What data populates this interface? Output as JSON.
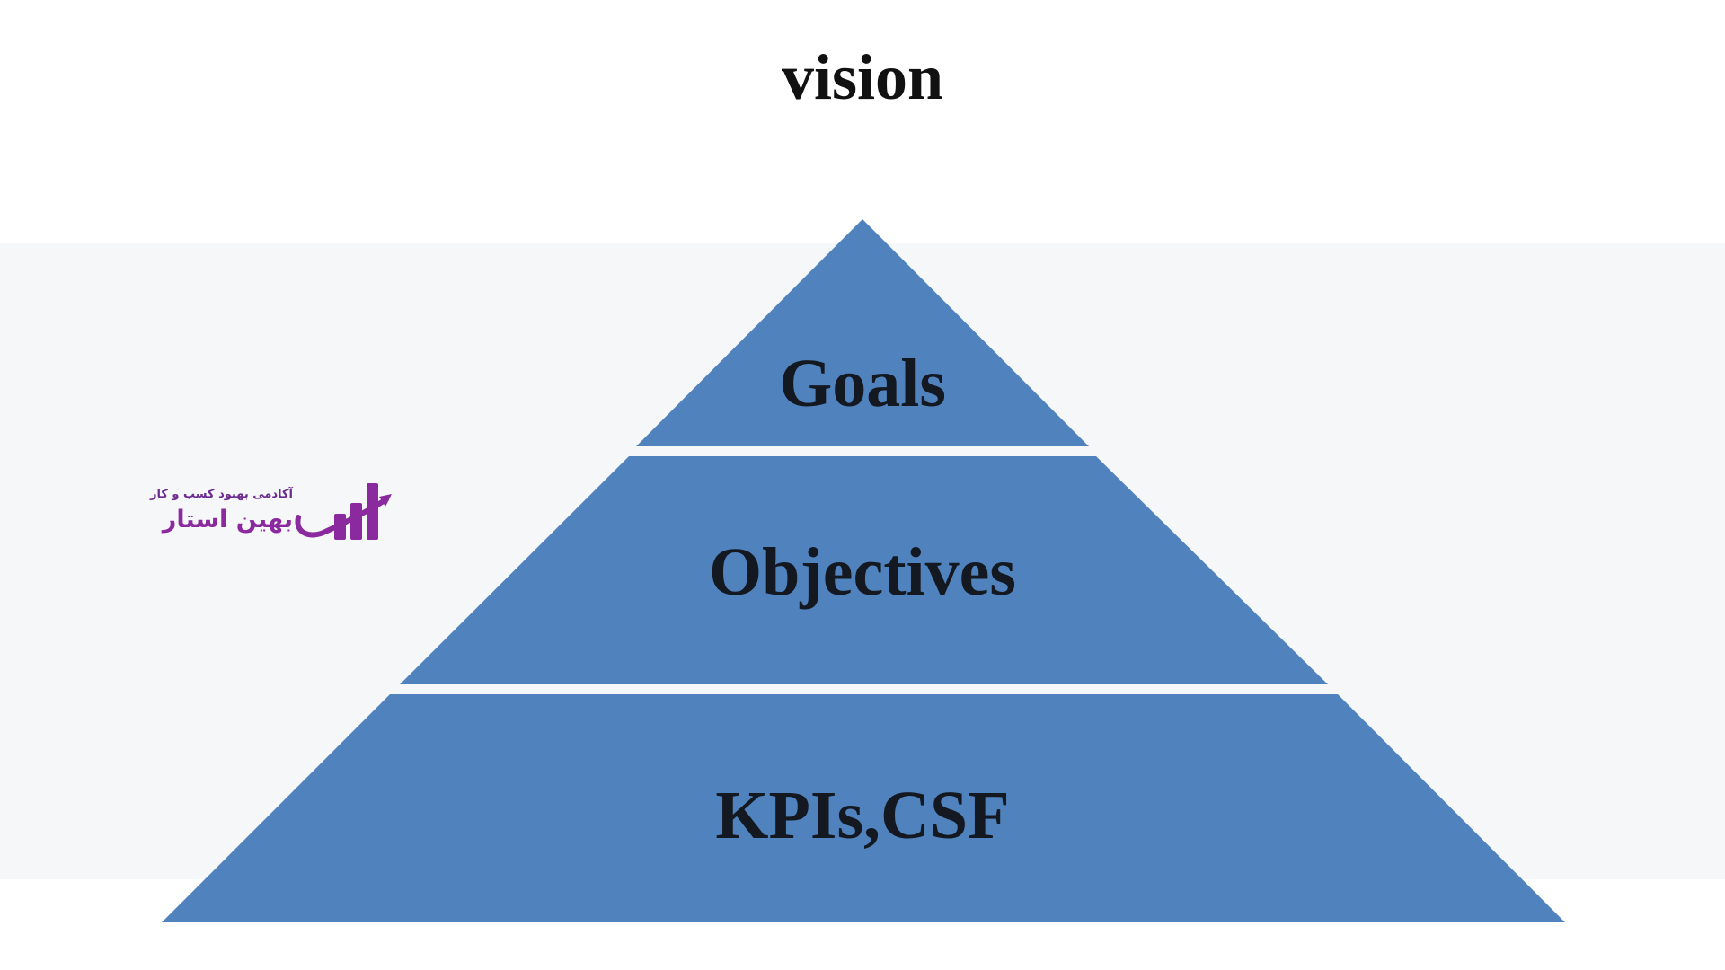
{
  "title": "vision",
  "pyramid": {
    "tiers": [
      {
        "label": "Goals"
      },
      {
        "label": "Objectives"
      },
      {
        "label": "KPIs,CSF"
      }
    ],
    "fill_color": "#5083be",
    "separator_color": "#ffffff"
  },
  "logo": {
    "tagline": "آکادمی بهبود کسب و کار",
    "name": "بهین استار",
    "color": "#8a2a9e",
    "icon": "bar-chart-arrow-icon"
  }
}
